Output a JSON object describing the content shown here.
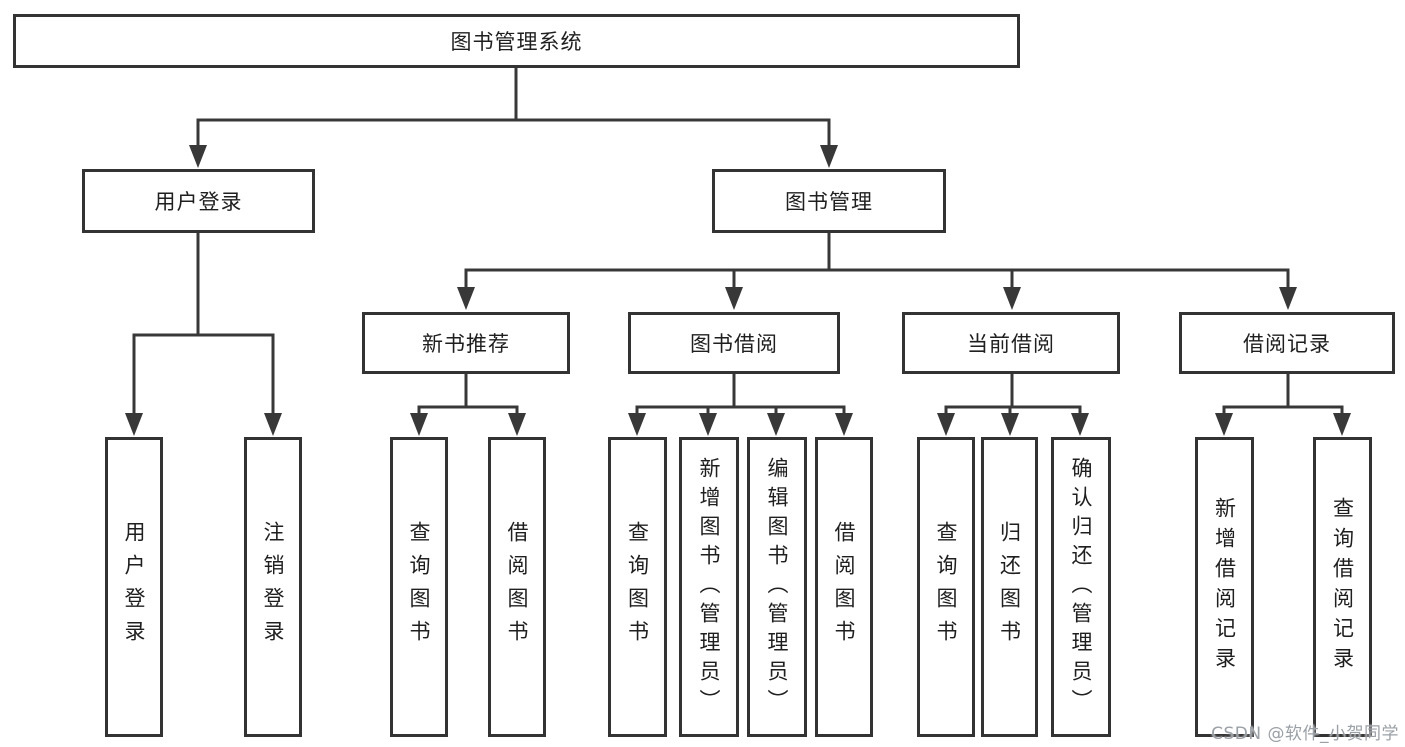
{
  "nodes": {
    "root": "图书管理系统",
    "user_login": "用户登录",
    "book_management": "图书管理",
    "new_book_recommend": "新书推荐",
    "book_borrow": "图书借阅",
    "current_borrow": "当前借阅",
    "borrow_records": "借阅记录",
    "leaf_user_login": "用户登录",
    "leaf_logout": "注销登录",
    "leaf_nb_query_books": "查询图书",
    "leaf_nb_borrow_books": "借阅图书",
    "leaf_bb_query_books": "查询图书",
    "leaf_bb_add_books": "新增图书（管理员）",
    "leaf_bb_edit_books": "编辑图书（管理员）",
    "leaf_bb_borrow_books": "借阅图书",
    "leaf_cb_query_books": "查询图书",
    "leaf_cb_return_books": "归还图书",
    "leaf_cb_confirm_return": "确认归还（管理员）",
    "leaf_br_add_record": "新增借阅记录",
    "leaf_br_query_record": "查询借阅记录"
  },
  "hierarchy": {
    "图书管理系统": [
      "用户登录",
      "图书管理"
    ],
    "用户登录": [
      "用户登录",
      "注销登录"
    ],
    "图书管理": [
      "新书推荐",
      "图书借阅",
      "当前借阅",
      "借阅记录"
    ],
    "新书推荐": [
      "查询图书",
      "借阅图书"
    ],
    "图书借阅": [
      "查询图书",
      "新增图书（管理员）",
      "编辑图书（管理员）",
      "借阅图书"
    ],
    "当前借阅": [
      "查询图书",
      "归还图书",
      "确认归还（管理员）"
    ],
    "借阅记录": [
      "新增借阅记录",
      "查询借阅记录"
    ]
  },
  "watermark": "CSDN @软件_小贺同学",
  "colors": {
    "line": "#383838",
    "border": "#333333",
    "text": "#1f1f1f",
    "watermark": "#9aa0a6",
    "background": "#ffffff"
  }
}
